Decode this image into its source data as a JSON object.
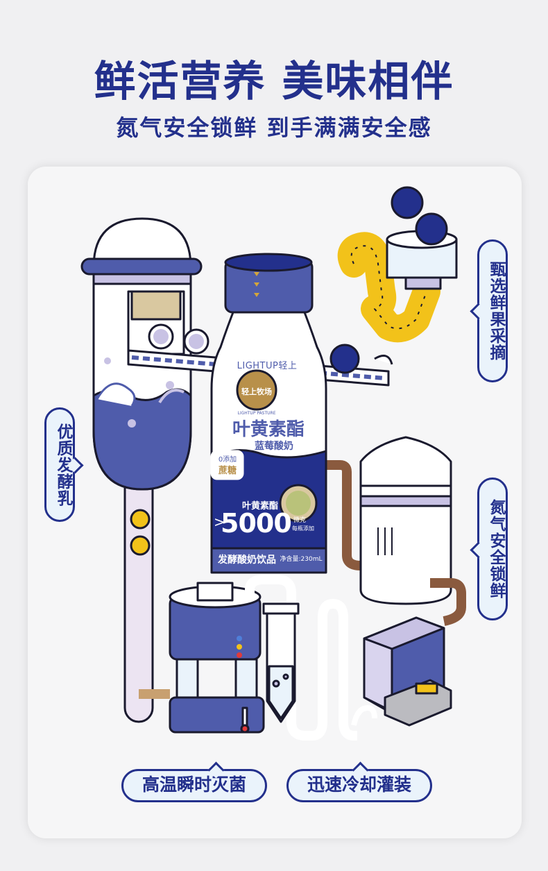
{
  "header": {
    "title": "鲜活营养  美味相伴",
    "subtitle": "氮气安全锁鲜  到手满满安全感"
  },
  "steps": {
    "fruit_pick": "甄选鲜果采摘",
    "fermentation": "优质发酵乳",
    "nitrogen_lock": "氮气安全锁鲜",
    "sterilize": "高温瞬时灭菌",
    "cooling_fill": "迅速冷却灌装"
  },
  "bottle": {
    "brand_en": "LIGHTUP轻上",
    "logo_text": "轻上牧场",
    "logo_sub": "LIGHTUP PASTURE",
    "product_name": "叶黄素酯",
    "flavor": "蓝莓酸奶",
    "no_sugar_top": "0添加",
    "no_sugar_bottom": "蔗糖",
    "lutein_label": "叶黄素酯",
    "dose_prefix": ">",
    "dose_number": "5000",
    "dose_unit_1": "微克",
    "dose_unit_2": "每瓶添加",
    "category": "发酵酸奶饮品",
    "volume": "净含量:230mL"
  },
  "colors": {
    "navy": "#23308c",
    "blue": "#4f5cab",
    "lavender": "#c8c2e4",
    "yellow": "#f2c21a",
    "brown": "#8a5a3e"
  }
}
